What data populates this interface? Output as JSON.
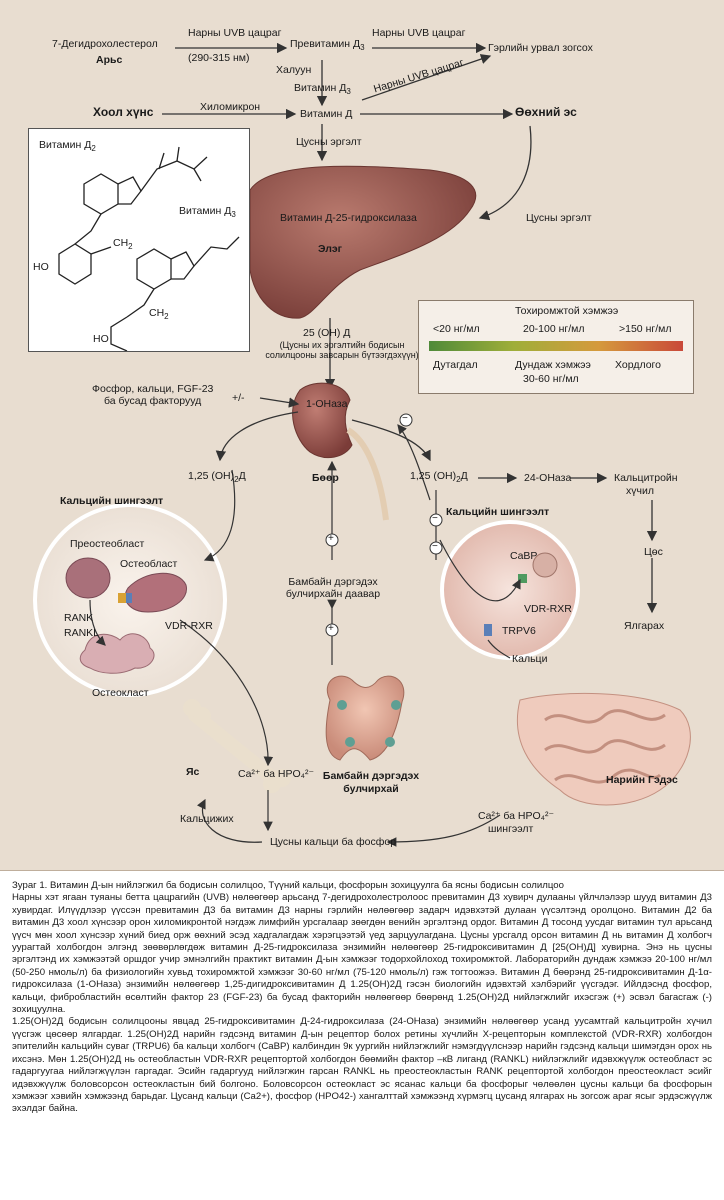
{
  "colors": {
    "background": "#e8ddd0",
    "organ": "#9a5a52",
    "arrow": "#333333",
    "legend_low": "#4f8a3a",
    "legend_high": "#c9493a"
  },
  "top": {
    "dehydro": "7-Дегидрохолестерол",
    "skin": "Арьс",
    "uvb1": "Нарны UVB цацраг",
    "uvb_range": "(290-315 нм)",
    "previtamin": "Превитамин Д",
    "sub3": "3",
    "uvb2": "Нарны UVB цацраг",
    "light_inactive": "Гэрлийн урвал зогсох",
    "heat": "Халуун",
    "uvb3": "Нарны UVB цацраг",
    "vitd3": "Витамин Д",
    "food": "Хоол хүнс",
    "chylo": "Хиломикрон",
    "vitd": "Витамин Д",
    "fat": "Өөхний эс",
    "blood1": "Цусны эргэлт",
    "blood2": "Цусны эргэлт"
  },
  "structure": {
    "vd2": "Витамин Д",
    "vd2_sub": "2",
    "vd3": "Витамин Д",
    "vd3_sub": "3",
    "ho1": "HO",
    "ho2": "HO",
    "ch2a": "CH",
    "ch2b": "CH",
    "two": "2"
  },
  "liver": {
    "enzyme": "Витамин Д-25-гидроксилаза",
    "name": "Элэг",
    "product": "25 (ОН) Д",
    "note1": "(Цусны их эргэлтийн бодисын",
    "note2": "солилцооны завсарын бүтээгдэхүүн)"
  },
  "legend": {
    "title": "Тохиромжтой хэмжээ",
    "low": "<20 нг/мл",
    "mid": "20-100 нг/мл",
    "high": ">150 нг/мл",
    "deficient": "Дутагдал",
    "average": "Дундаж хэмжээ",
    "avg_range": "30-60 нг/мл",
    "toxic": "Хордлого"
  },
  "kidney": {
    "factors1": "Фосфор, кальци, FGF-23",
    "factors2": "ба бусад факторууд",
    "pm": "+/-",
    "enzyme": "1-ОНаза",
    "name": "Бөөр",
    "left_prod": "1,25 (OH)",
    "right_prod": "1,25 (OH)",
    "d": "Д",
    "sub2": "2",
    "minus": "−",
    "plus": "+"
  },
  "bone_side": {
    "title": "Кальцийн шингээлт",
    "preosteoblast": "Преостеобласт",
    "osteoblast": "Остеобласт",
    "rank": "RANK",
    "rankl": "RANKL",
    "vdr": "VDR-RXR",
    "osteoclast": "Остеокласт",
    "bone": "Яс",
    "ca_hpo": "Ca²⁺ ба HPO₄²⁻",
    "calcification": "Кальцижих",
    "blood_ca": "Цусны кальци ба фосфор"
  },
  "thyroid": {
    "gland_label1": "Бамбайн дэргэдэх",
    "gland_label2": "булчирхайн даавар",
    "name1": "Бамбайн дэргэдэх",
    "name2": "булчирхай"
  },
  "gut_side": {
    "enzyme24": "24-ОНаза",
    "calcitroic1": "Кальцитройн",
    "calcitroic2": "хүчил",
    "bile": "Цөс",
    "excrete": "Ялгарах",
    "title": "Кальцийн шингээлт",
    "cabp": "CaBP",
    "vdr": "VDR-RXR",
    "trpv6": "TRPV6",
    "calcium": "Кальци",
    "gut": "Нарийн Гэдэс",
    "abs1": "Ca²⁺ ба HPO₄²⁻",
    "abs2": "шингээлт"
  },
  "caption": {
    "title": "Зураг 1. Витамин Д-ын нийлэгжил ба бодисын солилцоо, Түүний кальци, фосфорын зохицуулга ба ясны бодисын солилцоо",
    "p1": "Нарны хэт ягаан туяаны бетта цацрагийн (UVB) нөлөөгөөр арьсанд 7-дегидрохолестролоос превитамин Д3 хувирч дулааны үйлчлэлээр шууд витамин Д3 хувирдаг. Илүүдлээр үүссэн превитамин Д3 ба витамин Д3 нарны гэрлийн нөлөөгөөр задарч идэвхэтэй дулаан үүсэлтэнд оролцоно. Витамин Д2 ба витамин Д3 хоол хүнсээр орон хиломикронтой нэгдэж лимфийн урсгалаар зөөгдөн венийн эргэлтэнд ордог. Витамин Д тосонд уусдаг витамин тул арьсанд үүсч мөн хоол хүнсээр хүний биед орж өөхний эсэд хадгалагдаж хэрэгцээтэй үед зарцуулагдана. Цусны урсгалд орсон витамин Д нь витамин Д холбогч уурагтай холбогдон элгэнд зөөвөрлөгдөж витамин Д-25-гидроксилаза энзимийн нөлөөгөөр 25-гидроксивитамин Д [25(ОН)Д] хувирна. Энэ нь цусны эргэлтэнд их хэмжээтэй оршдог учир эмнэлгийн практикт витамин Д-ын хэмжээг тодорхойлоход тохиромжтой. Лабораторийн дундаж хэмжээ 20-100 нг/мл (50-250 нмоль/л) ба физиологийн хувьд тохиромжтой хэмжээг 30-60 нг/мл (75-120 нмоль/л) гэж тогтоожээ. Витамин Д бөөрэнд 25-гидроксивитамин Д-1α-гидроксилаза (1-ОНаза) энзимийн нөлөөгөөр 1,25-дигидроксивитамин Д 1.25(ОН)2Д гэсэн биологийн идэвхтэй хэлбэрийг үүсгэдэг. Ийлдэснд фосфор, кальци, фибробластийн өсөлтийн фактор 23 (FGF-23) ба бусад факторийн нөлөөгөөр бөөрөнд 1.25(ОН)2Д нийлэгжлийг ихэсгэж (+) эсвэл багасгаж (-) зохицуулна.",
    "p2": "1.25(ОН)2Д бодисын солилцооны явцад 25-гидроксивитамин Д-24-гидроксилаза (24-ОНаза) энзимийн нөлөөгөөр усанд уусамтгай кальцитройн хүчил үүсгэж цөсөөр ялгардаг. 1.25(ОН)2Д нарийн гэдсэнд витамин Д-ын рецептор болох ретины хүчлийн Х-рецепторын комплекстой (VDR-RXR) холбогдон эпителийн кальцийн суваг (TRPU6) ба кальци холбогч (CaBP) калбиндин 9к уургийн нийлэгжлийг нэмэгдүүлснээр нарийн гэдсэнд кальци шимэгдэн орох нь ихсэнэ. Мөн 1.25(ОН)2Д нь остеобластын VDR-RXR рецептортой холбогдон бөөмийн фактор –кВ лиганд (RANKL) нийлэгжлийг идэвхжүүлж остеобласт эс гадаргуугаа нийлэгжүүлэн гаргадаг. Эсийн гадаргууд нийлэгжин гарсан RANKL нь преостеокластын RANK рецептортой холбогдон преостеокласт эсийг идэвхжүүлж боловсорсон остеокластын бий болгоно. Боловсорсон остеокласт эс ясанас кальци ба фосфорыг чөлөөлөн цусны кальци ба фосфорын хэмжээг хэвийн хэмжээнд барьдаг. Цусанд кальци (Ca2+), фосфор (HPO42-) хангалттай хэмжээнд хүрмэгц цусанд ялгарах нь зогсож араг ясыг эрдэсжүүлж эхэлдэг байна."
  }
}
